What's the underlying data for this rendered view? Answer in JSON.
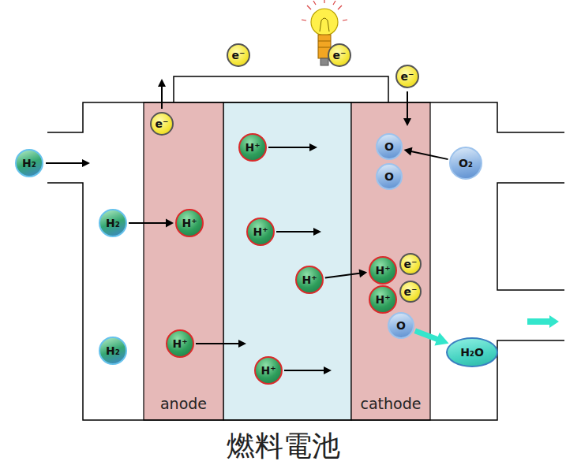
{
  "diagram": {
    "caption": "燃料電池",
    "nodes": [
      {
        "text": [
          "anode"
        ]
      },
      {
        "text": [
          "cathode"
        ]
      },
      {
        "text": [
          "e⁻"
        ]
      },
      {
        "text": [
          "e⁻"
        ]
      },
      {
        "text": [
          "e⁻"
        ]
      },
      {
        "text": [
          "e⁻"
        ],
        "in": 0
      },
      {
        "text": [
          "H₂"
        ]
      },
      {
        "text": [
          "H⁺"
        ]
      },
      {
        "text": [
          "O"
        ],
        "in": 1
      },
      {
        "text": [
          "O₂"
        ]
      },
      {
        "text": [
          "O"
        ],
        "in": 1
      },
      {
        "text": [
          "H₂"
        ]
      },
      {
        "text": [
          "H⁺"
        ],
        "in": 0
      },
      {
        "text": [
          "H⁺"
        ]
      },
      {
        "text": [
          "H⁺"
        ]
      },
      {
        "text": [
          "H⁺"
        ],
        "in": 1
      },
      {
        "text": [
          "e⁻"
        ],
        "in": 1
      },
      {
        "text": [
          "H⁺"
        ],
        "in": 1
      },
      {
        "text": [
          "e⁻"
        ],
        "in": 1
      },
      {
        "text": [
          "O"
        ],
        "in": 1
      },
      {
        "text": [
          "H₂"
        ]
      },
      {
        "text": [
          "H⁺"
        ],
        "in": 0
      },
      {
        "text": [
          "H₂O"
        ]
      },
      {
        "text": [
          "H⁺"
        ]
      }
    ],
    "edges": [
      {
        "from": 11,
        "to": 12,
        "arrow": "to"
      },
      {
        "from": 9,
        "to": 8,
        "arrow": "to"
      },
      {
        "from": 14,
        "to": 15,
        "arrow": "to"
      },
      {
        "from": 19,
        "to": 22,
        "arrow": "to"
      }
    ]
  }
}
